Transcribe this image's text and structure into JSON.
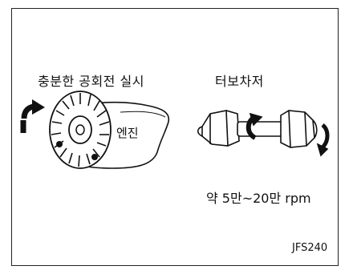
{
  "labels": {
    "engine_idle": "충분한 공회전 실시",
    "turbocharger": "터보차저",
    "engine": "엔진",
    "rpm": "약 5만~20만 rpm",
    "figure_code": "JFS240"
  }
}
